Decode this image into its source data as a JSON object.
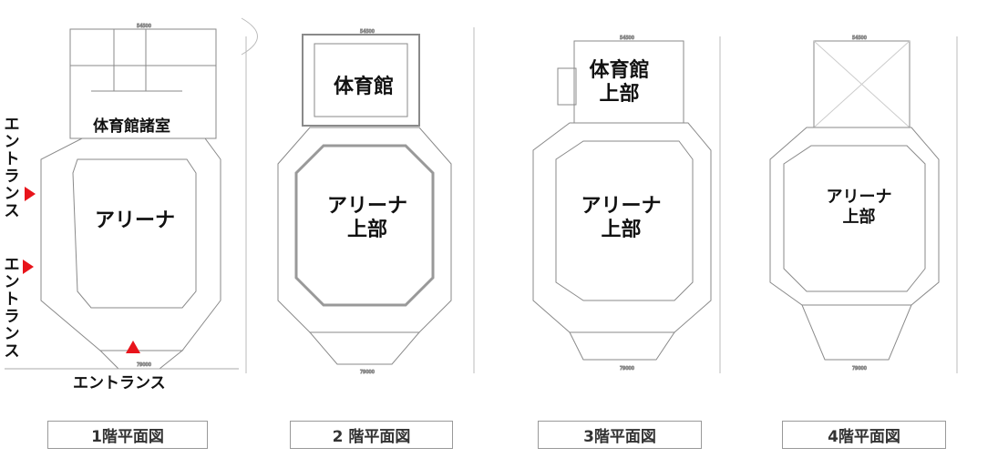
{
  "floors": [
    {
      "title": "1階平面図",
      "labels": {
        "gym": "体育館諸室",
        "arena": "アリーナ"
      },
      "dims": {
        "top": "54500",
        "bottom": "79000"
      }
    },
    {
      "title": "2 階平面図",
      "labels": {
        "gym": "体育館",
        "arena_line1": "アリーナ",
        "arena_line2": "上部"
      },
      "dims": {
        "top": "54500",
        "bottom": "79000"
      }
    },
    {
      "title": "3階平面図",
      "labels": {
        "gym_line1": "体育館",
        "gym_line2": "上部",
        "arena_line1": "アリーナ",
        "arena_line2": "上部"
      },
      "dims": {
        "top": "54500",
        "bottom": "79000"
      }
    },
    {
      "title": "4階平面図",
      "labels": {
        "arena_line1": "アリーナ",
        "arena_line2": "上部"
      },
      "dims": {
        "top": "54500",
        "bottom": "79000"
      }
    }
  ],
  "entrances": {
    "west_upper": "エントランス",
    "west_lower": "エントランス",
    "south": "エントランス"
  },
  "colors": {
    "entrance_marker": "#e8141b",
    "plan_line": "#8a8a8a"
  }
}
